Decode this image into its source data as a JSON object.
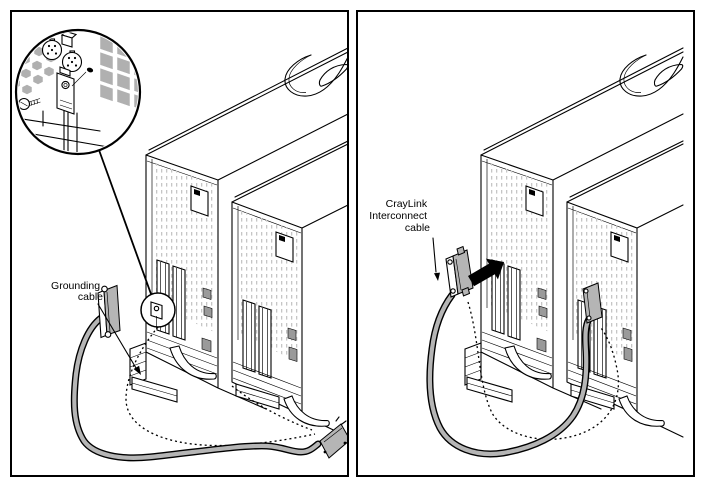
{
  "colors": {
    "background": "#ffffff",
    "line": "#000000",
    "text": "#000000",
    "gray": "#b5b5b5",
    "gray_dark": "#9a9a9a",
    "vent": "#b0b0b0",
    "stipple": "#c6c6c6"
  },
  "panels": {
    "left": {
      "caption_lines": [
        "Grounding",
        "cable"
      ]
    },
    "right": {
      "caption_lines": [
        "CrayLink",
        "Interconnect",
        "cable"
      ]
    }
  }
}
